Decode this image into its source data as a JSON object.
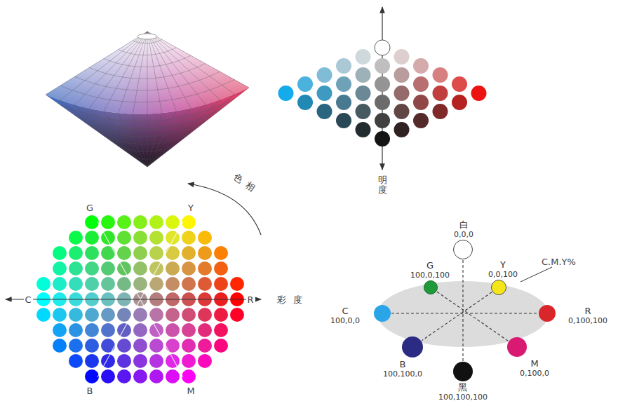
{
  "diagram": {
    "nodes": [
      {
        "text": [
          "白",
          "0,0,0"
        ]
      },
      {
        "text": [
          "G",
          "100,0,100"
        ]
      },
      {
        "text": [
          "Y",
          "0,0,100"
        ]
      },
      {
        "text": [
          "C",
          "100,0,0"
        ]
      },
      {
        "text": [
          "R",
          "0,100,100"
        ]
      },
      {
        "text": [
          "B",
          "100,100,0"
        ]
      },
      {
        "text": [
          "M",
          "0,100,0"
        ]
      },
      {
        "text": [
          "黑",
          "100,100,100"
        ]
      }
    ],
    "edges": [
      {
        "from": 0,
        "to": 7,
        "arrow": "none"
      },
      {
        "from": 1,
        "to": 6,
        "arrow": "none"
      },
      {
        "from": 2,
        "to": 5,
        "arrow": "none"
      },
      {
        "from": 3,
        "to": 4,
        "arrow": "none"
      }
    ],
    "labels": [
      "明度",
      "G",
      "Y",
      "C",
      "R",
      "B",
      "M",
      "色相",
      "彩度",
      "C.M.Y%"
    ]
  }
}
